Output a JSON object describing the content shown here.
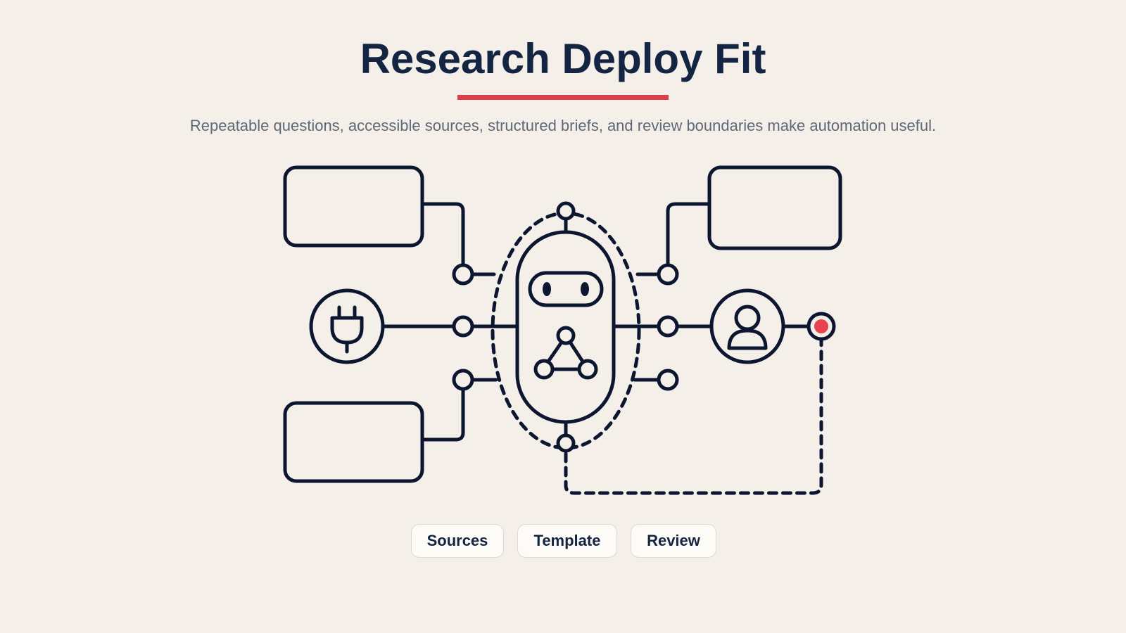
{
  "header": {
    "title": "Research Deploy Fit",
    "subtitle": "Repeatable questions, accessible sources, structured briefs, and review boundaries make automation useful."
  },
  "colors": {
    "background": "#f4f0e9",
    "ink": "#0d1630",
    "accent": "#dc3d48",
    "muted_text": "#5f6876"
  },
  "diagram": {
    "icons": [
      "plug-icon",
      "robot-icon",
      "network-icon",
      "user-icon",
      "status-dot-icon"
    ]
  },
  "chips": {
    "sources": "Sources",
    "template": "Template",
    "review": "Review"
  }
}
